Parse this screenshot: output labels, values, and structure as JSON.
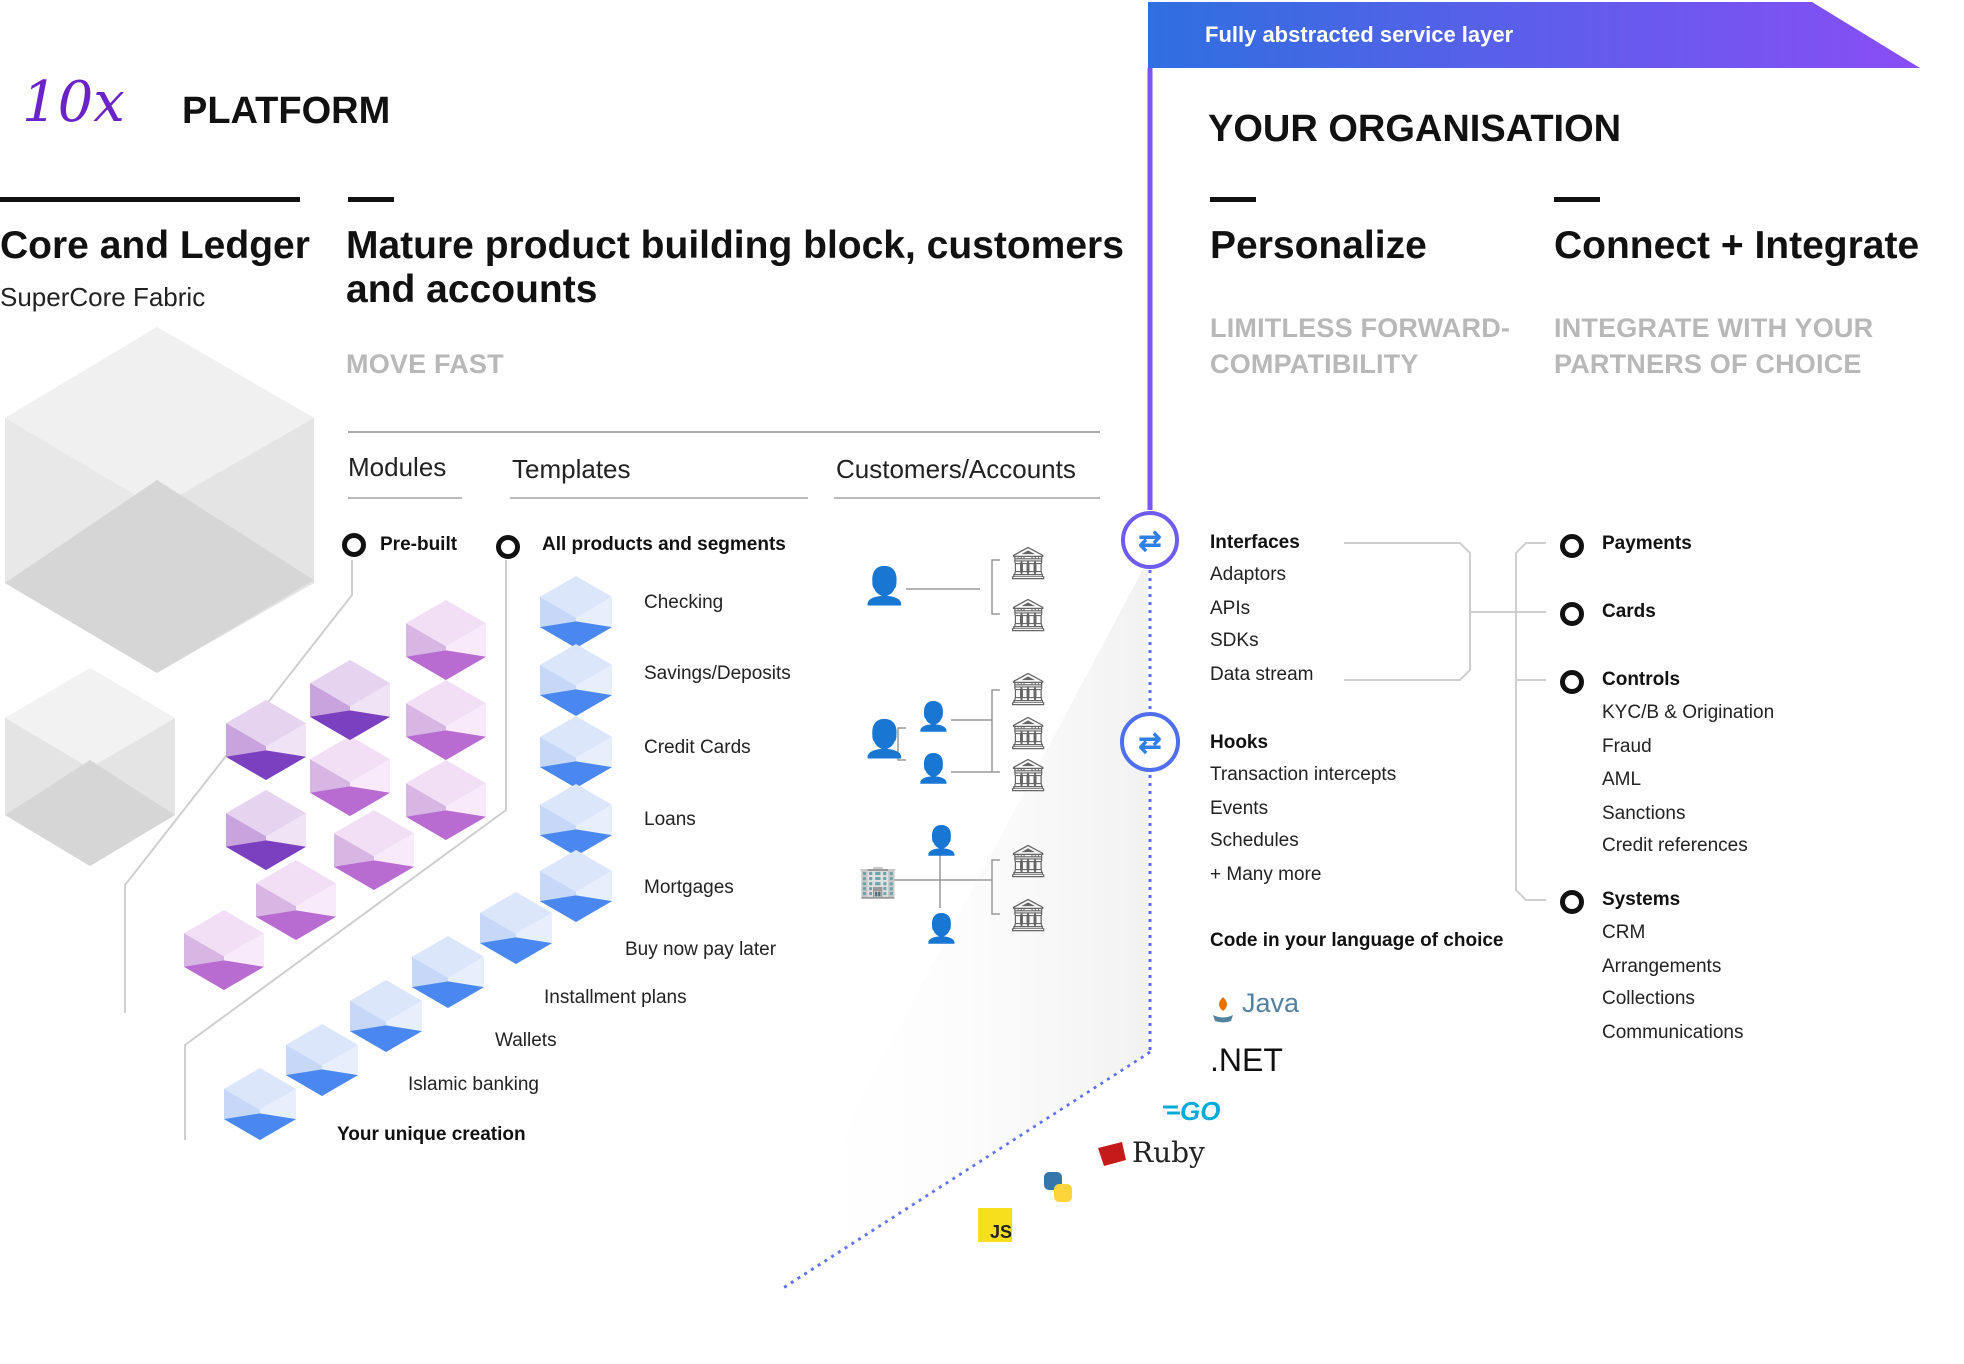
{
  "banner": {
    "label": "Fully abstracted service layer"
  },
  "brand": {
    "logo_text": "10x",
    "platform_label": "PLATFORM"
  },
  "core": {
    "title": "Core and Ledger",
    "subtitle": "SuperCore Fabric"
  },
  "mature": {
    "title_line1": "Mature product building block, customers",
    "title_line2": "and accounts",
    "tagline": "MOVE FAST"
  },
  "columns": {
    "modules": "Modules",
    "templates": "Templates",
    "customers": "Customers/Accounts"
  },
  "modules": {
    "prebuilt": "Pre-built"
  },
  "templates": {
    "all": "All products and segments",
    "items": [
      "Checking",
      "Savings/Deposits",
      "Credit Cards",
      "Loans",
      "Mortgages",
      "Buy now pay later",
      "Installment plans",
      "Wallets",
      "Islamic banking",
      "Your unique creation"
    ]
  },
  "organisation": {
    "title": "YOUR ORGANISATION"
  },
  "personalize": {
    "title": "Personalize",
    "tagline_line1": "LIMITLESS FORWARD-",
    "tagline_line2": "COMPATIBILITY"
  },
  "connect": {
    "title": "Connect + Integrate",
    "tagline_line1": "INTEGRATE WITH YOUR",
    "tagline_line2": "PARTNERS OF CHOICE"
  },
  "interfaces": {
    "title": "Interfaces",
    "items": [
      "Adaptors",
      "APIs",
      "SDKs",
      "Data stream"
    ]
  },
  "hooks": {
    "title": "Hooks",
    "items": [
      "Transaction intercepts",
      "Events",
      "Schedules",
      "+ Many more"
    ]
  },
  "languages": {
    "title": "Code in your language of choice",
    "java": "Java",
    "dotnet": ".NET",
    "go": "GO",
    "ruby": "Ruby",
    "js": "JS"
  },
  "integrations": {
    "payments": "Payments",
    "cards": "Cards",
    "controls": {
      "title": "Controls",
      "items": [
        "KYC/B & Origination",
        "Fraud",
        "AML",
        "Sanctions",
        "Credit references"
      ]
    },
    "systems": {
      "title": "Systems",
      "items": [
        "CRM",
        "Arrangements",
        "Collections",
        "Communications"
      ]
    }
  },
  "colors": {
    "purple": "#7c3fbf",
    "blue": "#3d7cf0",
    "accent": "#6e5bf0"
  }
}
